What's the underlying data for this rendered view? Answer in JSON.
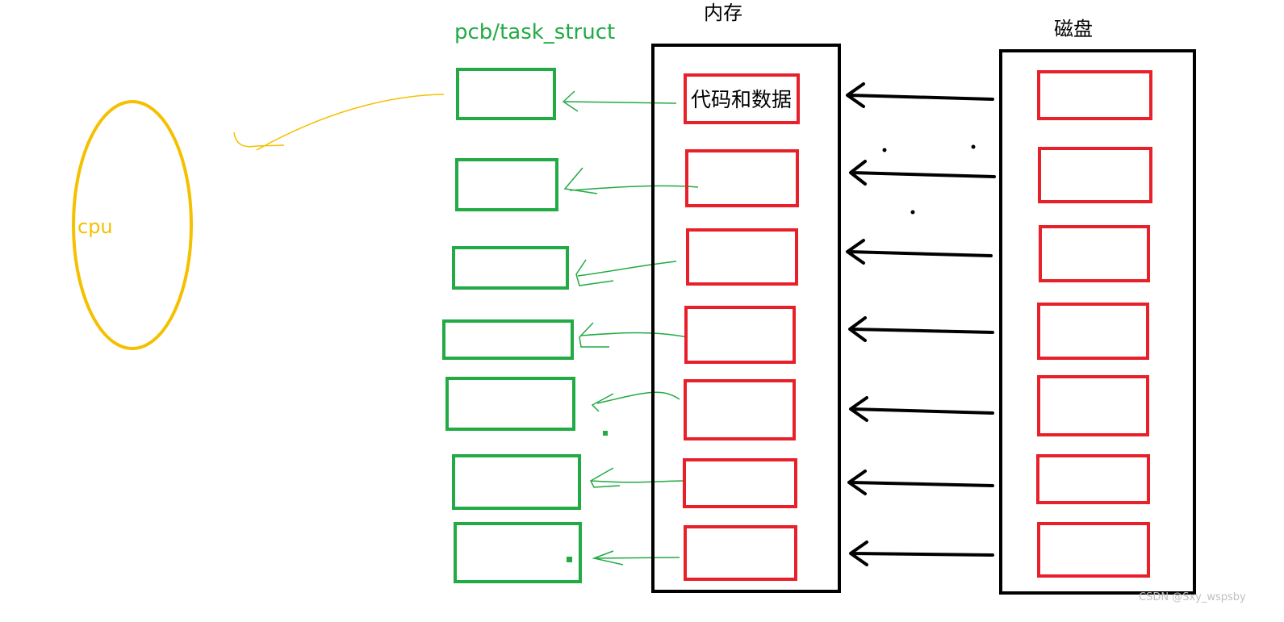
{
  "labels": {
    "pcb": "pcb/task_struct",
    "memory": "内存",
    "disk": "磁盘",
    "cpu": "cpu",
    "code_data": "代码和数据",
    "watermark": "CSDN @Sxy_wspsby"
  },
  "colors": {
    "green": "#22aa44",
    "red": "#e8202a",
    "black": "#000000",
    "cpu": "#f5c000",
    "watermark": "#bfbfbf"
  }
}
